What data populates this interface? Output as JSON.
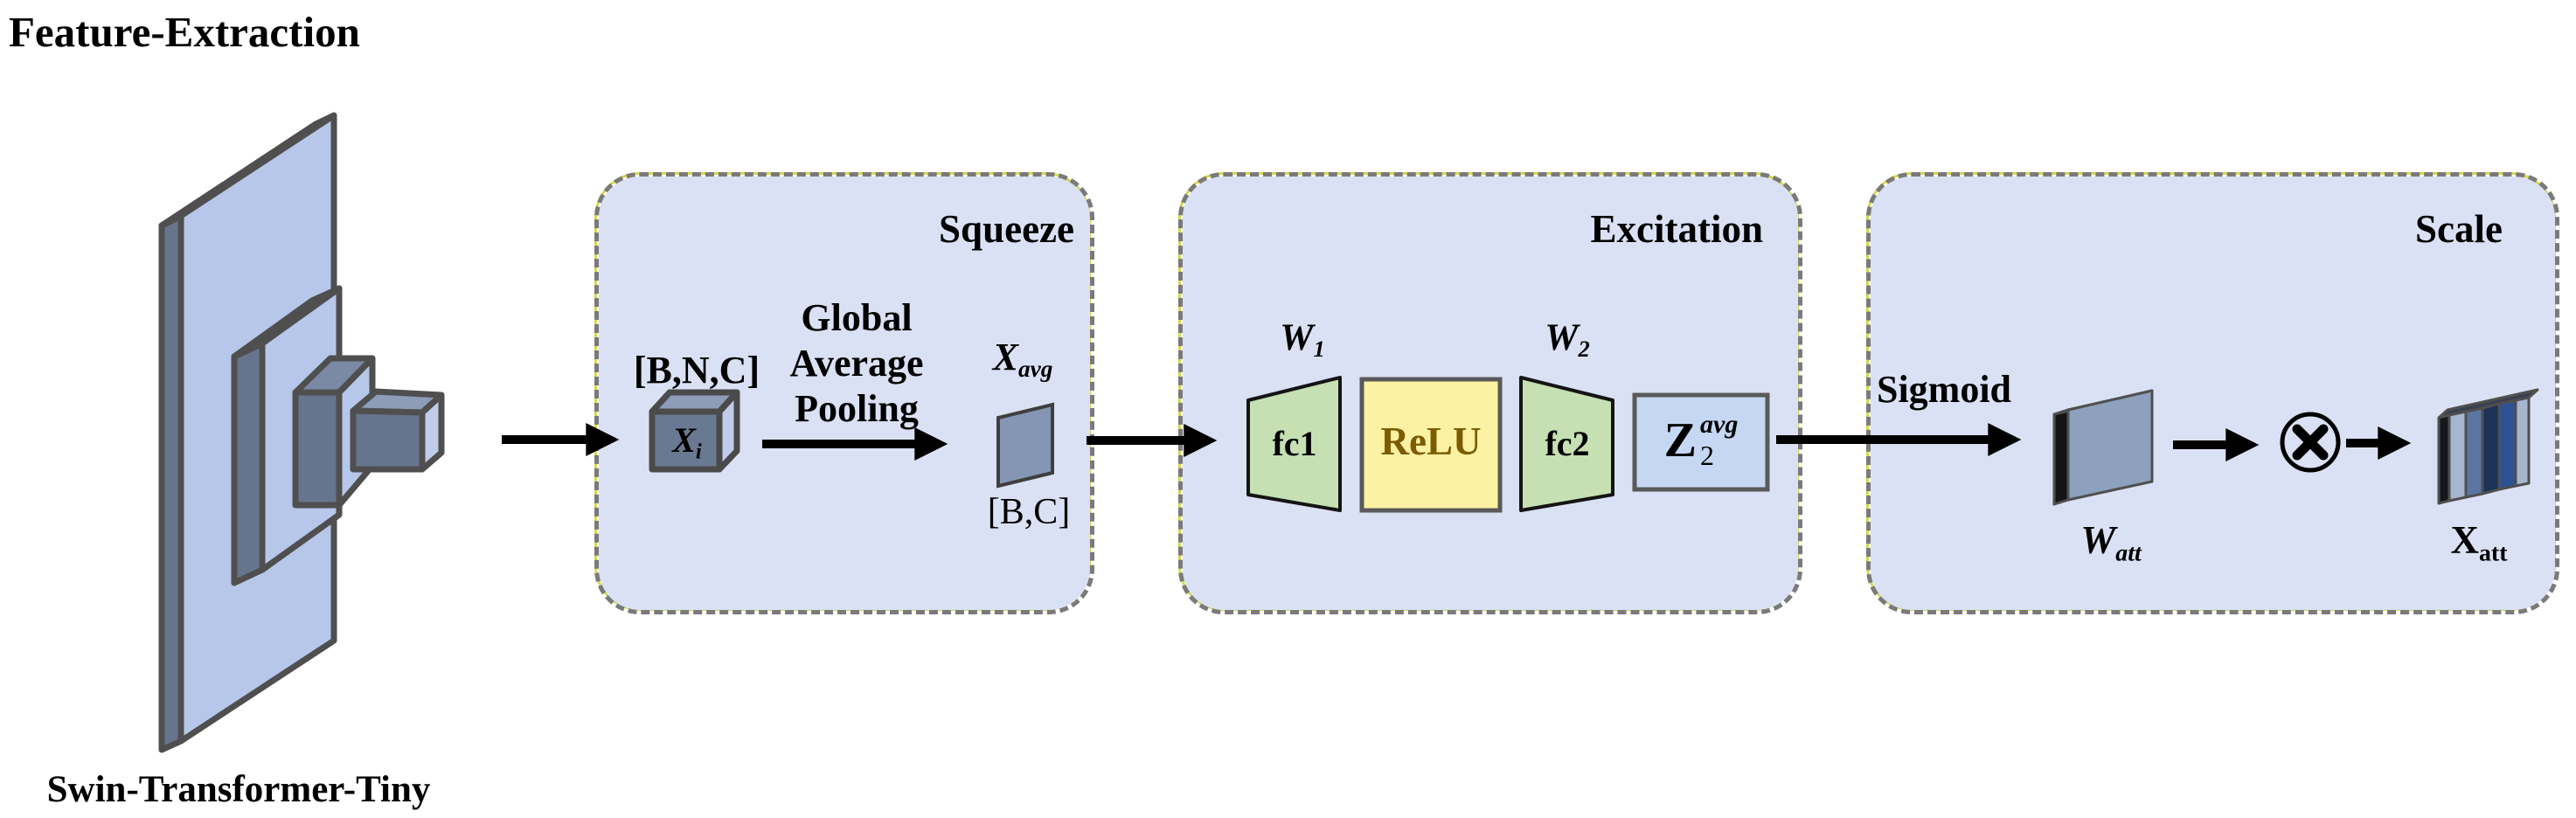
{
  "title": "Feature-Extraction",
  "swin": {
    "label": "Swin-Transformer-Tiny"
  },
  "squeeze": {
    "title": "Squeeze",
    "input_dims": "[B,N,C]",
    "xi": {
      "base": "X",
      "sub": "i"
    },
    "gap_label": "Global Average Pooling",
    "xavg": {
      "base": "X",
      "sub": "avg"
    },
    "output_dims": "[B,C]"
  },
  "excitation": {
    "title": "Excitation",
    "w1": {
      "base": "W",
      "sub": "1"
    },
    "fc1": "fc1",
    "relu": "ReLU",
    "w2": {
      "base": "W",
      "sub": "2"
    },
    "fc2": "fc2",
    "z": {
      "base": "Z",
      "sub": "2",
      "sup": "avg"
    }
  },
  "scale": {
    "title": "Scale",
    "sigmoid": "Sigmoid",
    "watt": {
      "base": "W",
      "sub": "att"
    },
    "xatt": {
      "base": "X",
      "sub": "att"
    }
  },
  "icons": {
    "multiply": "circled-times"
  },
  "colors": {
    "panel_fill": "#dbe1f4",
    "panel_border": "#7a7a7a",
    "panel_accent": "#d6d94e",
    "slab_face": "#b7c7e9",
    "slab_side": "#67748e",
    "slab_top": "#7c89a5",
    "cube_front": "#6a7992",
    "cube_top": "#8d9cb8",
    "cube_right": "#bfcdea",
    "xavg_fill": "#8496b4",
    "fc_fill": "#c6e0b4",
    "relu_fill": "#fdf2a3",
    "relu_text": "#7c5c00",
    "z_fill": "#c5d7f2",
    "box_border": "#595959",
    "watt_face": "#8da0bd",
    "watt_top": "#ccd4e2",
    "watt_edge": "#141414",
    "xatt_top": "#39404f",
    "xatt_stripes": [
      "#16181f",
      "#a7b6ce",
      "#5b76a3",
      "#1c3357",
      "#2e5395",
      "#a7b6ce"
    ],
    "arrow": "#000000"
  }
}
